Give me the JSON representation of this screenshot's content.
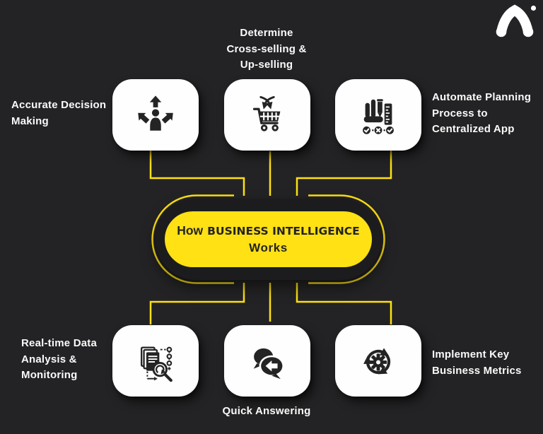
{
  "colors": {
    "background": "#232325",
    "accent_yellow": "#FFE114",
    "card_white": "#FFFFFF",
    "icon_dark": "#242424",
    "text_light": "#FAFAFA",
    "pill_text": "#232323"
  },
  "brand": {
    "logo_name": "appinventiv-mark"
  },
  "center_pill": {
    "line1_regular": "How",
    "line1_bold": "BUSINESS INTELLIGENCE",
    "line2": "Works"
  },
  "cards": [
    {
      "id": "accurate-decision-making",
      "icon": "decision-arrows-icon",
      "label_lines": [
        "Accurate Decision",
        "Making"
      ]
    },
    {
      "id": "cross-up-selling",
      "icon": "cart-cross-sell-icon",
      "label_lines": [
        "Determine",
        "Cross-selling &",
        "Up-selling"
      ]
    },
    {
      "id": "automate-planning",
      "icon": "planning-checklist-icon",
      "label_lines": [
        "Automate Planning",
        "Process to",
        "Centralized App"
      ]
    },
    {
      "id": "realtime-data",
      "icon": "document-analysis-icon",
      "label_lines": [
        "Real-time Data",
        "Analysis &",
        "Monitoring"
      ]
    },
    {
      "id": "quick-answering",
      "icon": "chat-reply-icon",
      "label_lines": [
        "Quick Answering"
      ]
    },
    {
      "id": "business-metrics",
      "icon": "gear-cycle-icon",
      "label_lines": [
        "Implement Key",
        "Business Metrics"
      ]
    }
  ]
}
